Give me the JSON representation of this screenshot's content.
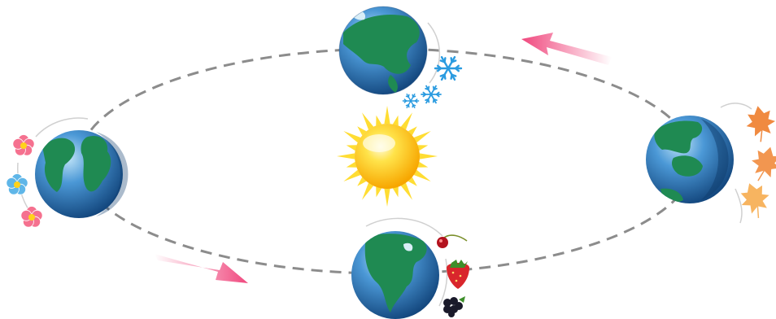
{
  "diagram": {
    "orbit": {
      "style": "dashed",
      "color": "#8c8c8c"
    },
    "center": {
      "icon": "sun-icon",
      "color": "#ffd21a"
    },
    "arrows": [
      {
        "name": "orbit-direction-arrow-top-right",
        "color": "#f0487e"
      },
      {
        "name": "orbit-direction-arrow-bottom-left",
        "color": "#f0487e"
      }
    ],
    "earth_positions": [
      {
        "position": "top",
        "season_icons": [
          "snowflake-icon",
          "snowflake-icon",
          "snowflake-icon"
        ]
      },
      {
        "position": "left",
        "season_icons": [
          "flower-icon",
          "flower-icon",
          "flower-icon"
        ]
      },
      {
        "position": "bottom",
        "season_icons": [
          "cherry-icon",
          "strawberry-icon",
          "blackberry-icon"
        ]
      },
      {
        "position": "right",
        "season_icons": [
          "autumn-leaf-icon",
          "autumn-leaf-icon",
          "autumn-leaf-icon"
        ]
      }
    ],
    "colors": {
      "ocean": "#1d5fa8",
      "land": "#1f8a52",
      "shadow": "#0f3d6e",
      "snow": "#2a9be0",
      "flower_pink": "#f5718f",
      "flower_blue": "#5fb6e8",
      "leaf_orange": "#f29650",
      "berry_red": "#d9262c"
    }
  }
}
